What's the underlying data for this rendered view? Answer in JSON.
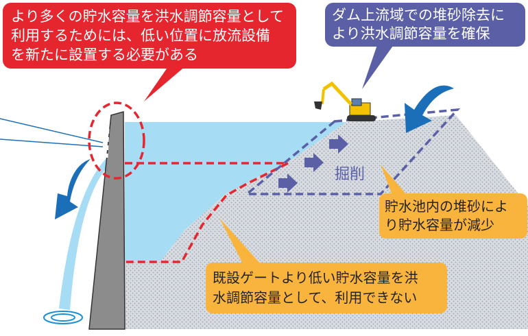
{
  "colors": {
    "water": "#A7DCF5",
    "sediment": "#D8DCE1",
    "dam": "#8C8C8C",
    "red": "#E5262F",
    "purple": "#5A5FA6",
    "orange": "#F8B43D",
    "arrow_blue": "#1B6FB8",
    "excavator": "#F2C200"
  },
  "callouts": {
    "red": {
      "lines": [
        "より多くの貯水容量を洪水調節容量として",
        "利用するためには、低い位置に放流設備",
        "を新たに設置する必要がある"
      ]
    },
    "purple": {
      "lines": [
        "ダム上流域での堆砂除去に",
        "より洪水調節容量を確保"
      ]
    },
    "sediment": {
      "lines": [
        "貯水池内の堆砂によ",
        "り貯水容量が減少"
      ]
    },
    "gate": {
      "lines": [
        "既設ゲートより低い貯水容量を洪",
        "水調節容量として、利用できない"
      ]
    }
  },
  "excavation_label": "掘削",
  "icons": [
    "flow-arrow-icon",
    "excavator-icon",
    "ripple-icon"
  ]
}
